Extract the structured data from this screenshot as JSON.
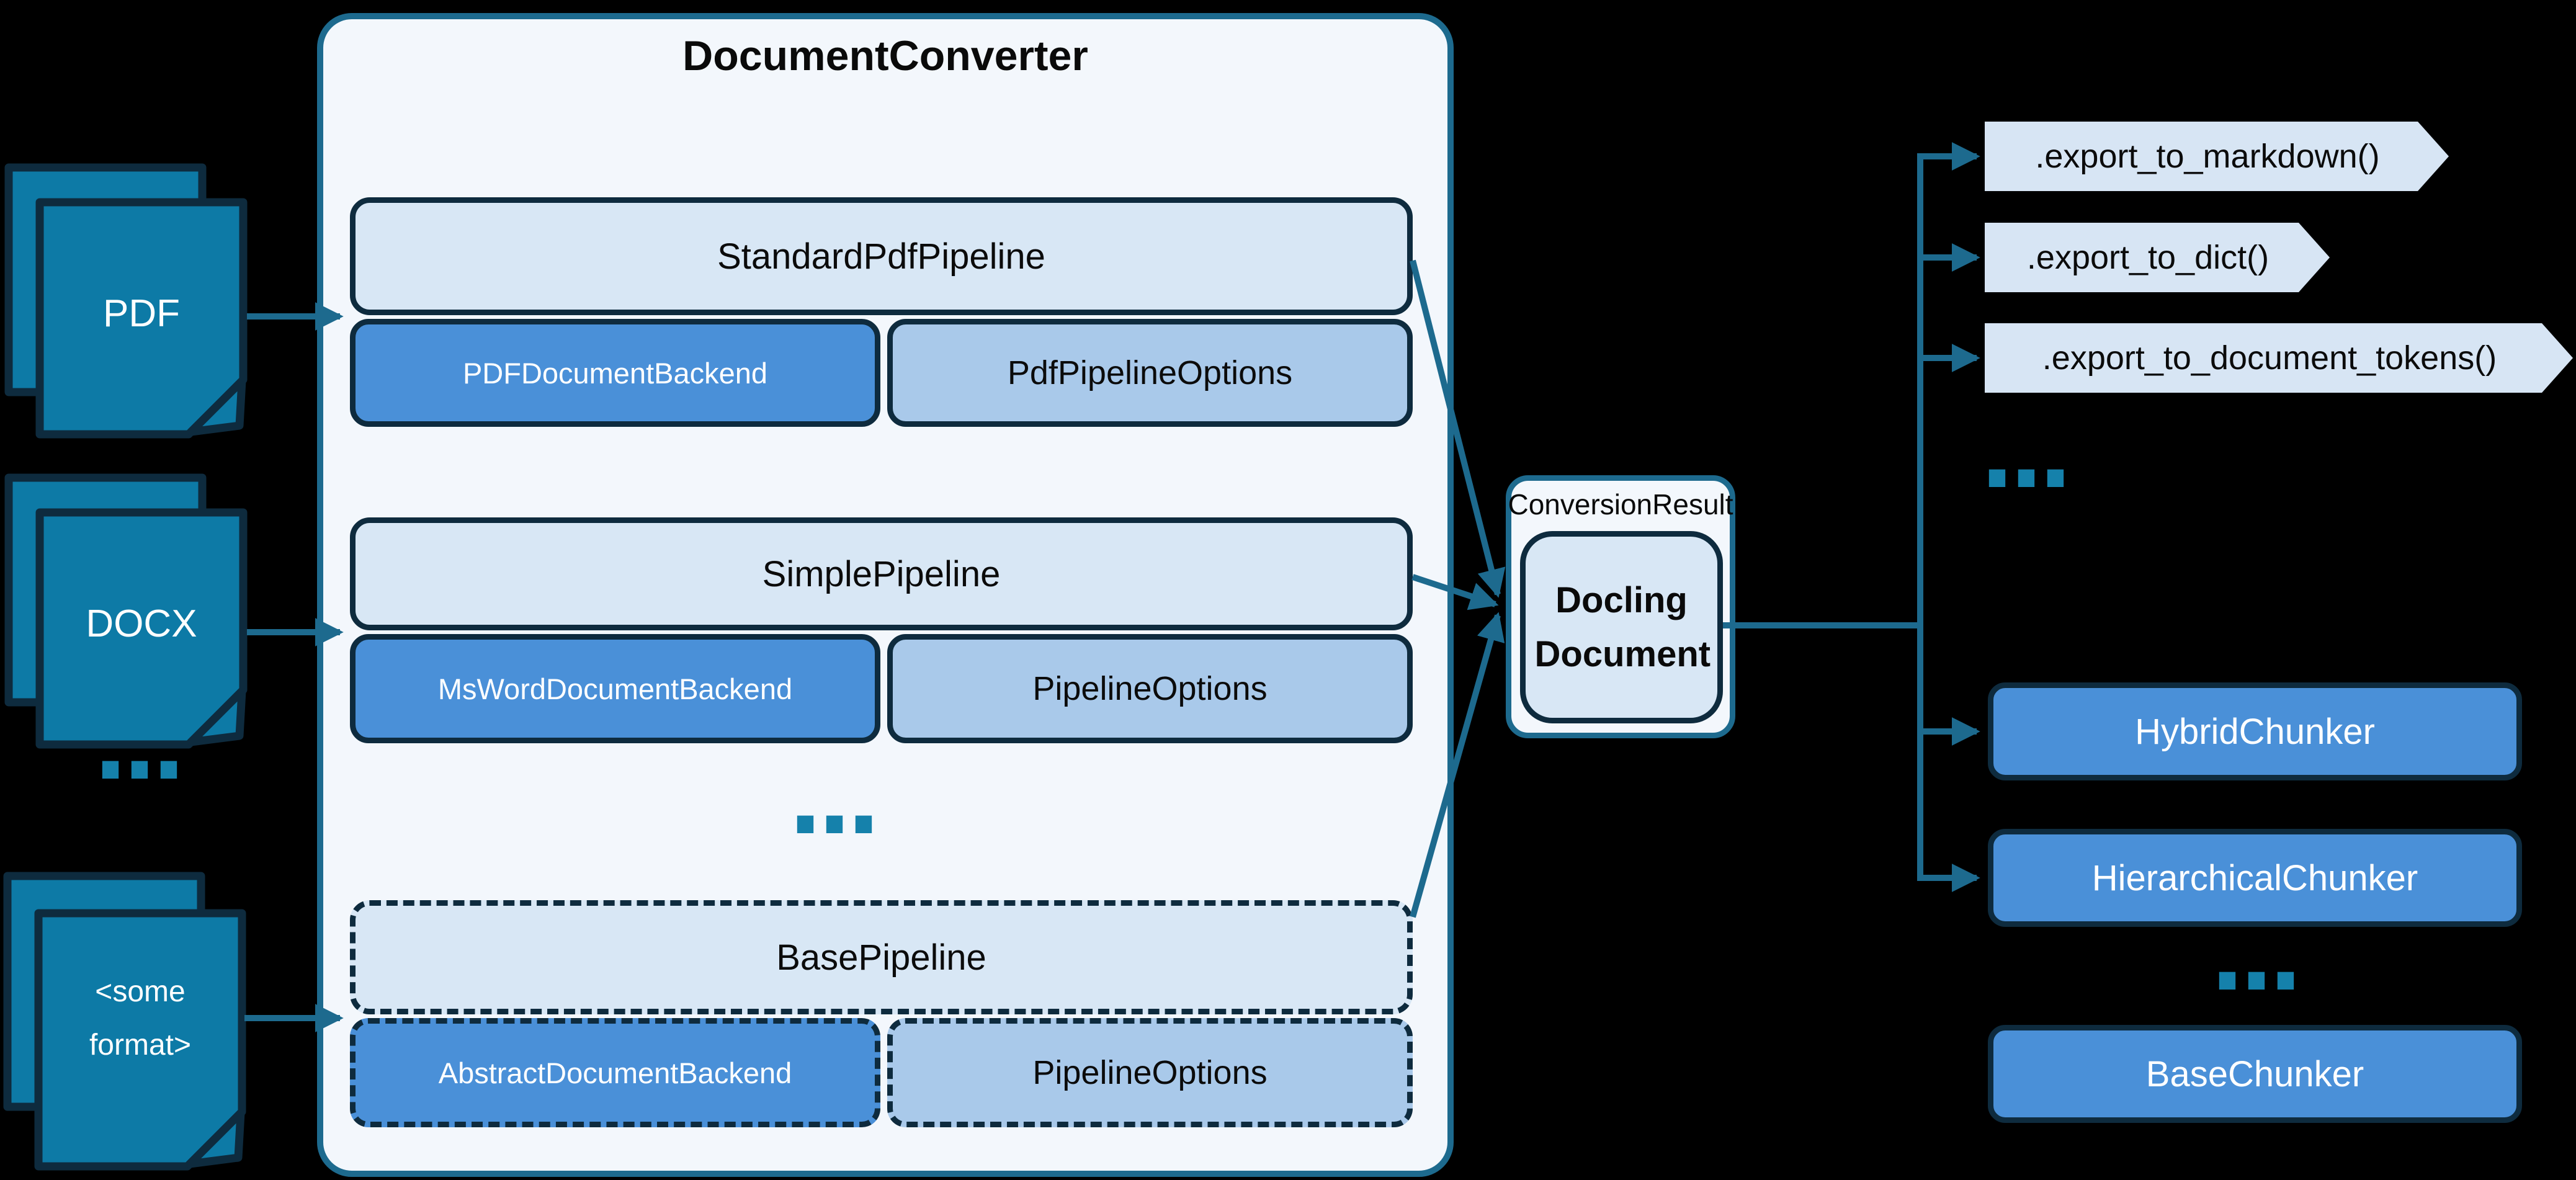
{
  "colors": {
    "background": "#000000",
    "teal_line": "#1d6a8e",
    "icon_fill": "#0d7aa6",
    "navy_outline": "#0e2b3e",
    "light_blue_fill": "#d8e7f5",
    "tag_fill": "#d7e5f4",
    "medium_blue": "#4a90d8",
    "options_blue": "#a9c9ea",
    "panel_fill": "#f3f7fc",
    "dots_teal": "#1581ab"
  },
  "inputs": {
    "items": [
      {
        "label": "PDF"
      },
      {
        "label": "DOCX"
      },
      {
        "label": "<some format>"
      }
    ],
    "ellipsis": "..."
  },
  "converter": {
    "title": "DocumentConverter",
    "ellipsis": "...",
    "rows": [
      {
        "pipeline": "StandardPdfPipeline",
        "backend": "PDFDocumentBackend",
        "options": "PdfPipelineOptions"
      },
      {
        "pipeline": "SimplePipeline",
        "backend": "MsWordDocumentBackend",
        "options": "PipelineOptions"
      },
      {
        "pipeline": "BasePipeline",
        "backend": "AbstractDocumentBackend",
        "options": "PipelineOptions"
      }
    ]
  },
  "result": {
    "title": "ConversionResult",
    "document": "Docling Document"
  },
  "exports": {
    "items": [
      {
        "label": ".export_to_markdown()"
      },
      {
        "label": ".export_to_dict()"
      },
      {
        "label": ".export_to_document_tokens()"
      }
    ],
    "ellipsis": "..."
  },
  "chunkers": {
    "items": [
      {
        "label": "HybridChunker"
      },
      {
        "label": "HierarchicalChunker"
      },
      {
        "label": "BaseChunker"
      }
    ],
    "ellipsis": "..."
  }
}
